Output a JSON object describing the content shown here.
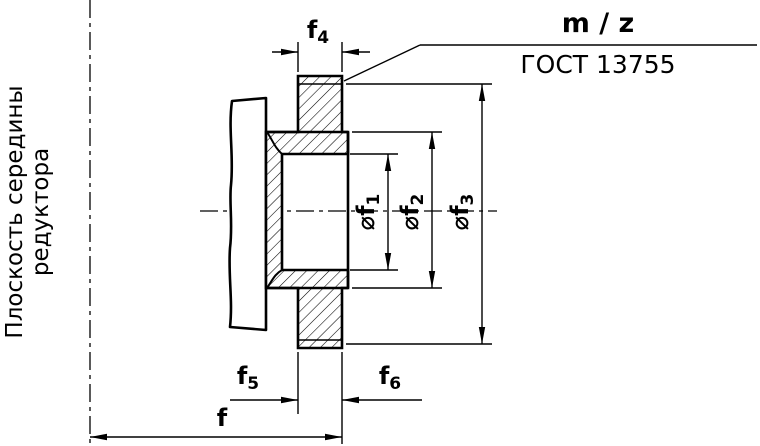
{
  "page": {
    "background": "#ffffff",
    "ink": "#000000"
  },
  "labels": {
    "plane": {
      "line1": "Плоскость середины",
      "line2": "редуктора"
    },
    "module": "m / z",
    "standard": "ГОСТ 13755"
  },
  "dims": {
    "f4": {
      "base": "f",
      "sub": "4"
    },
    "f5": {
      "base": "f",
      "sub": "5"
    },
    "f6": {
      "base": "f",
      "sub": "6"
    },
    "f_total": {
      "base": "f"
    },
    "d1": {
      "base": "⌀f",
      "sub": "1"
    },
    "d2": {
      "base": "⌀f",
      "sub": "2"
    },
    "d3": {
      "base": "⌀f",
      "sub": "3"
    }
  }
}
